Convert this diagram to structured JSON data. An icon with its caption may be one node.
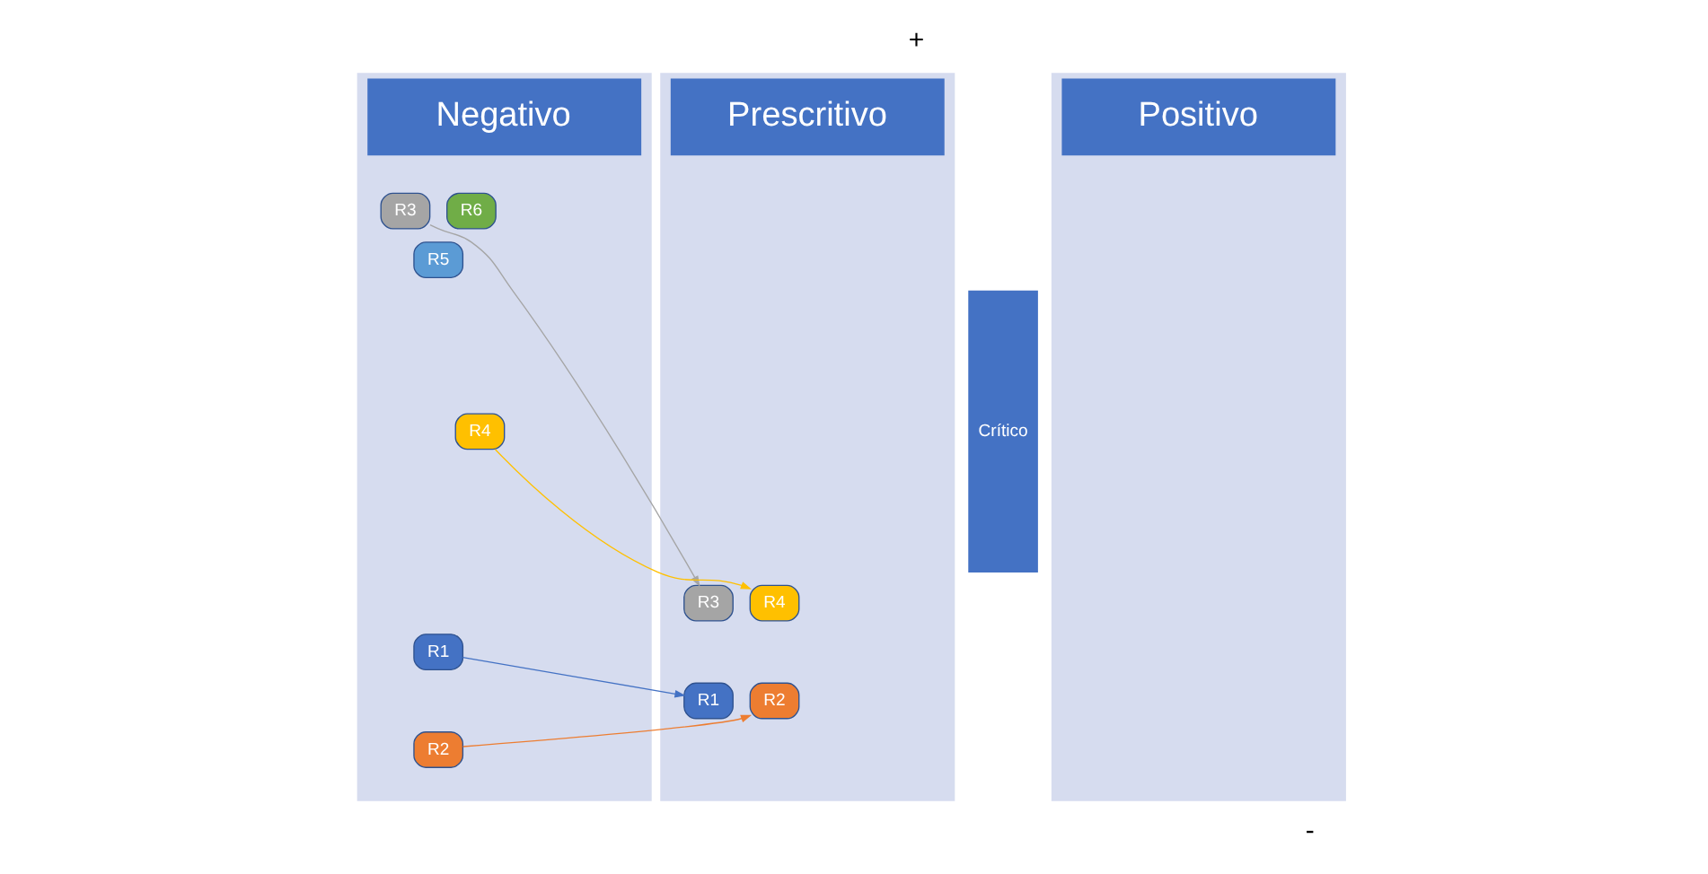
{
  "diagram": {
    "nodes": [
      {
        "text": [
          "Negativo"
        ]
      },
      {
        "text": [
          "R3"
        ],
        "in": 0
      },
      {
        "text": [
          "R6"
        ],
        "in": 0
      },
      {
        "text": [
          "R5"
        ],
        "in": 0
      },
      {
        "text": [
          "R4"
        ],
        "in": 0
      },
      {
        "text": [
          "R1"
        ],
        "in": 0
      },
      {
        "text": [
          "R2"
        ],
        "in": 0
      },
      {
        "text": [
          "Positivo"
        ]
      },
      {
        "text": [
          "Prescritivo"
        ]
      },
      {
        "text": [
          "R3"
        ],
        "in": 8
      },
      {
        "text": [
          "R4"
        ],
        "in": 8
      },
      {
        "text": [
          "R1"
        ],
        "in": 8
      },
      {
        "text": [
          "R2"
        ],
        "in": 8
      },
      {
        "text": [
          "Crítico"
        ]
      }
    ],
    "edges": [
      {
        "from": 1,
        "to": 9,
        "arrow": "to",
        "color": "#a5a5a5"
      },
      {
        "from": 4,
        "to": 10,
        "arrow": "to",
        "color": "#ffc000"
      },
      {
        "from": 5,
        "to": 11,
        "arrow": "to",
        "color": "#4472c4"
      },
      {
        "from": 6,
        "to": 12,
        "arrow": "to",
        "color": "#ed7d31"
      }
    ],
    "labels": [
      "+",
      "-"
    ]
  }
}
